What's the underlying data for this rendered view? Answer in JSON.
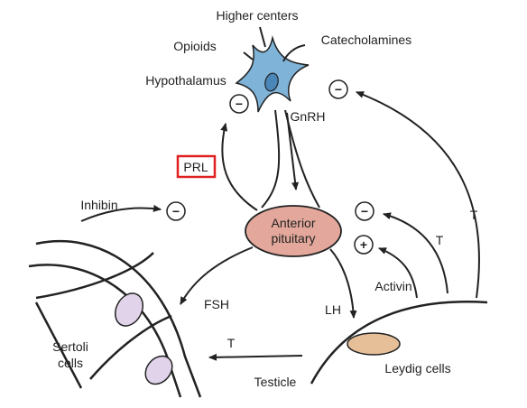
{
  "labels": {
    "higher_centers": "Higher centers",
    "opioids": "Opioids",
    "catecholamines": "Catecholamines",
    "hypothalamus": "Hypothalamus",
    "gnrh": "GnRH",
    "prl": "PRL",
    "inhibin": "Inhibin",
    "anterior_line1": "Anterior",
    "anterior_line2": "pituitary",
    "fsh": "FSH",
    "lh": "LH",
    "activin": "Activin",
    "t_outer": "T",
    "t_mid": "T",
    "t_bottom": "T",
    "sertoli_line1": "Sertoli",
    "sertoli_line2": "cells",
    "leydig": "Leydig cells",
    "testicle": "Testicle"
  },
  "signs": {
    "minus": "−",
    "plus": "+"
  },
  "colors": {
    "neuron_fill": "#7fb3d8",
    "neuron_nucleus": "#4a86b8",
    "pituitary_fill": "#e3a89b",
    "sertoli_nucleus": "#e0d3ea",
    "leydig_fill": "#e6bf98",
    "highlight_box": "#e02020",
    "stroke": "#222222"
  }
}
